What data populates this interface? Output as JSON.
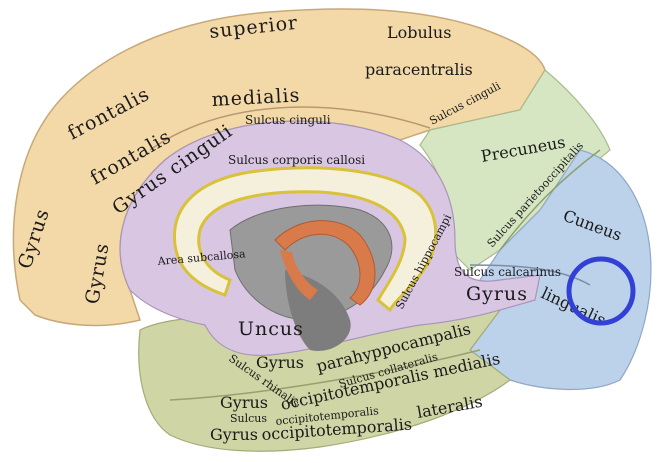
{
  "labels": {
    "gyrus_frontalis_superior": [
      "Gyrus",
      "frontalis",
      "superior"
    ],
    "gyrus_frontalis_medialis": [
      "Gyrus",
      "frontalis",
      "medialis"
    ],
    "lobulus": "Lobulus",
    "paracentralis": "paracentralis",
    "sulcus_cinguli_top": "Sulcus cinguli",
    "sulcus_cinguli_post": "Sulcus cinguli",
    "gyrus_cinguli": "Gyrus cinguli",
    "sulcus_corporis_callosi": "Sulcus corporis callosi",
    "precuneus": "Precuneus",
    "sulcus_parietooccipitalis": "Sulcus parietooccipitalis",
    "cuneus": "Cuneus",
    "area_subcallosa": "Area subcallosa",
    "sulcus_hippocampi": "Sulcus hippocampi",
    "sulcus_calcarinus": "Sulcus calcarinus",
    "gyrus_lingualis_1": "Gyrus",
    "gyrus_lingualis_2": "lingualis",
    "uncus": "Uncus",
    "gyrus_parahippocampalis_1": "Gyrus",
    "gyrus_parahippocampalis_2": "parahyppocampalis",
    "sulcus_collateralis": "Sulcus collateralis",
    "sulcus_rhinalis": "Sulcus rhinalis",
    "occipitotemporalis_medialis": "occipitotemporalis medialis",
    "gyrus_ot_medialis": "Gyrus",
    "sulcus_ot_1": "Sulcus",
    "sulcus_ot_2": "occipitotemporalis",
    "gyrus_ot_lateralis_1": "Gyrus",
    "gyrus_ot_lateralis_2": "occipitotemporalis",
    "lateralis": "lateralis"
  },
  "colors": {
    "frontal": "#f3d9a8",
    "cingulate": "#d8c6e2",
    "parietal": "#d6e6c2",
    "occipital": "#bcd1ea",
    "temporal": "#cfd5a4",
    "callosum": "#f4f0dc",
    "callosum_border": "#d9c23a",
    "marker": "#3340d6"
  }
}
